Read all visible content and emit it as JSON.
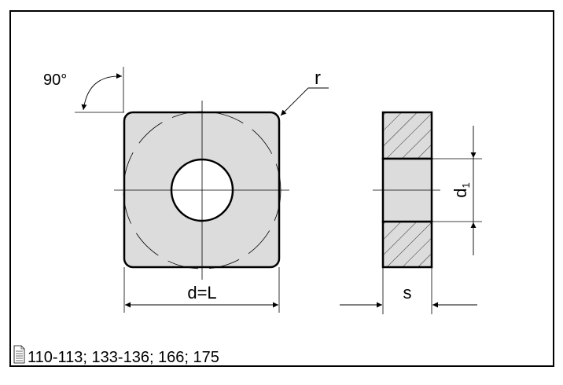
{
  "labels": {
    "angle": "90°",
    "radius": "r",
    "diameter_length": "d=L",
    "thickness": "s",
    "hole_diameter": "d",
    "hole_diameter_sub": "1"
  },
  "footer": {
    "icon": "document-icon",
    "pages": "110-113; 133-136; 166; 175"
  },
  "colors": {
    "fill": "#dcdcdc",
    "line": "#000000"
  }
}
